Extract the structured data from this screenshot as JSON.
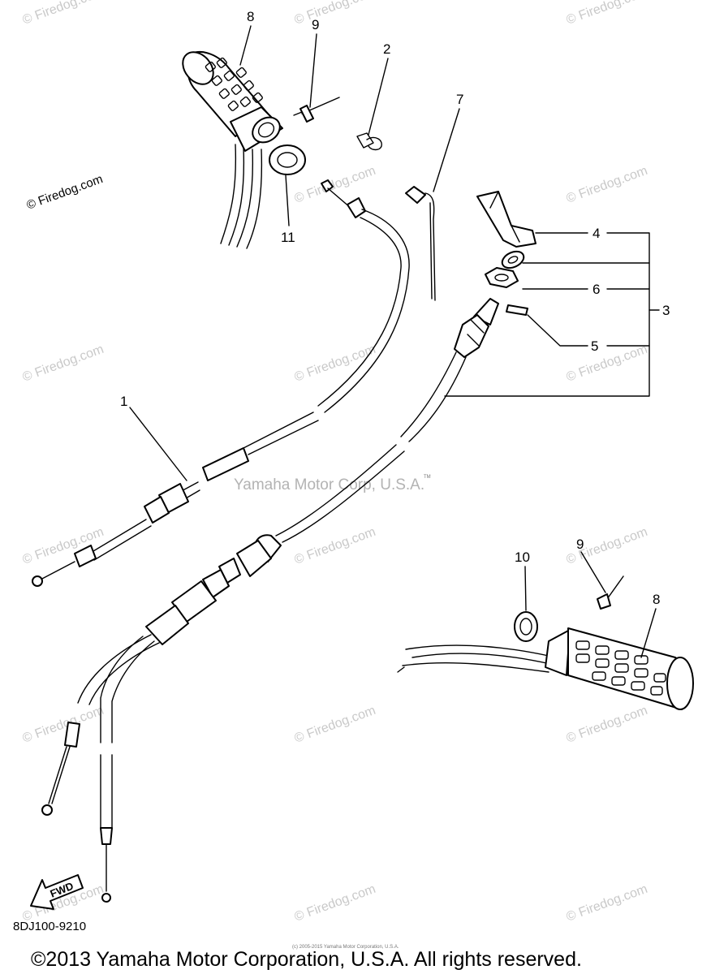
{
  "diagram": {
    "callouts": [
      {
        "id": "c1",
        "label": "1"
      },
      {
        "id": "c2",
        "label": "2"
      },
      {
        "id": "c3",
        "label": "3"
      },
      {
        "id": "c4",
        "label": "4"
      },
      {
        "id": "c5",
        "label": "5"
      },
      {
        "id": "c6",
        "label": "6"
      },
      {
        "id": "c7",
        "label": "7"
      },
      {
        "id": "c8a",
        "label": "8"
      },
      {
        "id": "c8b",
        "label": "8"
      },
      {
        "id": "c9a",
        "label": "9"
      },
      {
        "id": "c9b",
        "label": "9"
      },
      {
        "id": "c10",
        "label": "10"
      },
      {
        "id": "c11",
        "label": "11"
      }
    ],
    "fwd_label": "FWD",
    "diagram_code": "8DJ100-9210",
    "center_watermark": "Yamaha Motor Corp, U.S.A.",
    "trademark": "TM",
    "firedog_watermark": "© Firedog.com",
    "small_print": "(c) 2005-2015 Yamaha Motor Corporation, U.S.A.",
    "copyright": "©2013 Yamaha Motor Corporation, U.S.A. All rights reserved."
  }
}
